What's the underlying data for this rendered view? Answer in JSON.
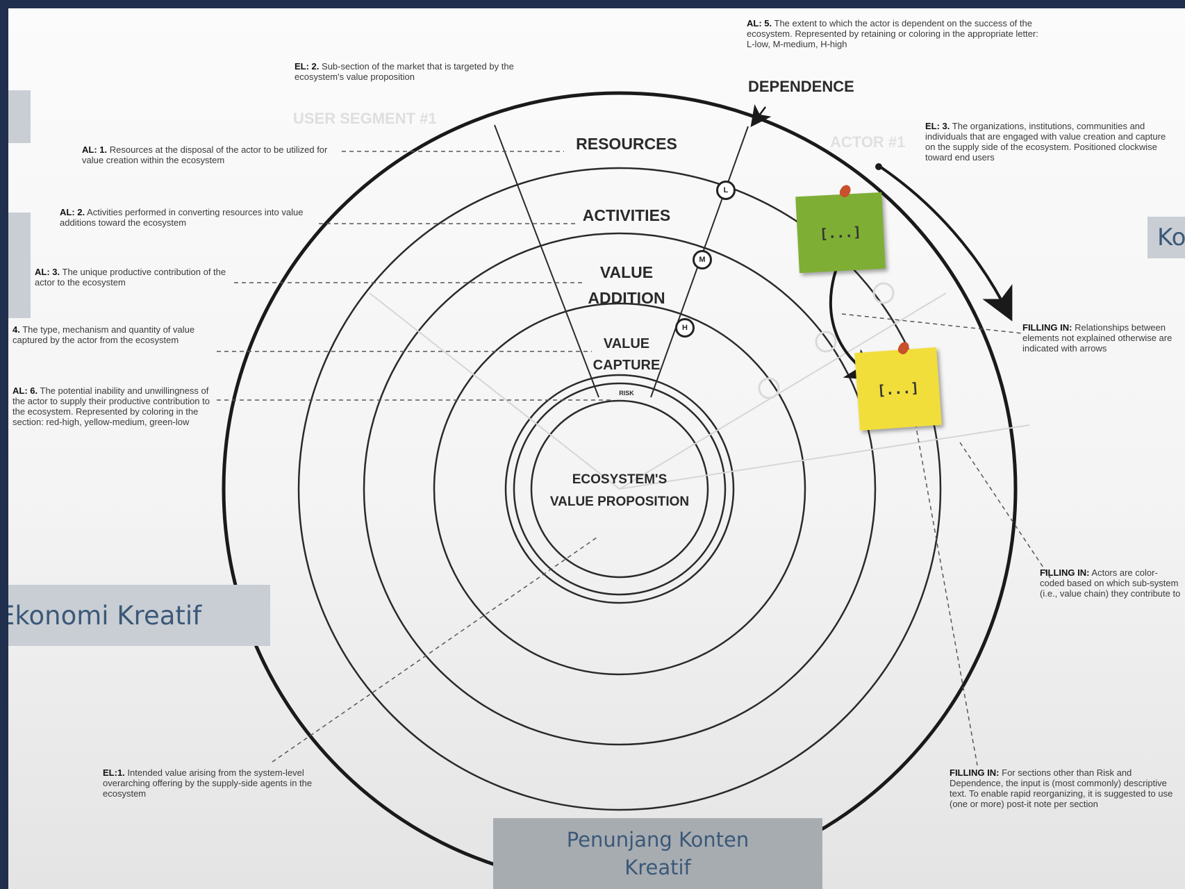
{
  "rings": {
    "resources": "RESOURCES",
    "activities": "ACTIVITIES",
    "value_addition_1": "VALUE",
    "value_addition_2": "ADDITION",
    "value_capture_1": "VALUE",
    "value_capture_2": "CAPTURE",
    "risk": "RISK",
    "center_1": "ECOSYSTEM'S",
    "center_2": "VALUE PROPOSITION"
  },
  "dependence": {
    "title": "DEPENDENCE",
    "badges": [
      "L",
      "M",
      "H"
    ]
  },
  "faded": {
    "user_segment": "USER SEGMENT #1",
    "actor": "ACTOR #1"
  },
  "notes": {
    "al5": {
      "key": "AL: 5.",
      "text": "The extent to which the actor is dependent on the success of the ecosystem. Represented by retaining or coloring in the appropriate letter: L-low, M-medium, H-high"
    },
    "el2": {
      "key": "EL: 2.",
      "text": "Sub-section of the market that is targeted by the ecosystem's value proposition"
    },
    "el3": {
      "key": "EL: 3.",
      "text": "The organizations, institutions, communities and individuals that are engaged with value creation and capture on the supply side of the ecosystem. Positioned clockwise toward end users"
    },
    "al1": {
      "key": "AL: 1.",
      "text": "Resources at the disposal of the actor to be utilized for value creation within the ecosystem"
    },
    "al2": {
      "key": "AL: 2.",
      "text": "Activities performed in converting resources into value additions toward the ecosystem"
    },
    "al3": {
      "key": "AL: 3.",
      "text": "The unique productive contribution of the actor to the ecosystem"
    },
    "al4": {
      "key": "4.",
      "text": "The type, mechanism and quantity of value captured by the actor from the ecosystem"
    },
    "al6": {
      "key": "AL: 6.",
      "text": "The potential inability and unwillingness of the actor to supply their productive contribution to the ecosystem. Represented by coloring in the section: red-high, yellow-medium, green-low"
    },
    "el1": {
      "key": "EL:1.",
      "text": "Intended value arising from the system-level overarching offering by the supply-side agents in the ecosystem"
    },
    "fill1": {
      "key": "FILLING IN:",
      "text": "Relationships between elements not explained otherwise are indicated with arrows"
    },
    "fill2": {
      "key": "FILLING IN:",
      "text": "Actors are color-coded based on which sub-system (i.e., value chain) they contribute to"
    },
    "fill3": {
      "key": "FILLING IN:",
      "text": "For sections other than Risk and Dependence, the input is (most commonly) descriptive text. To enable rapid reorganizing, it is suggested to use (one or more) post-it note per section"
    }
  },
  "stickies": {
    "green": "[...]",
    "yellow": "[...]",
    "green_color": "#7fae35",
    "yellow_color": "#f1de3b"
  },
  "overlay": {
    "left_label": "Ekonomi Kreatif",
    "bottom_label_1": "Penunjang Konten",
    "bottom_label_2": "Kreatif",
    "right_label": "Ko"
  }
}
